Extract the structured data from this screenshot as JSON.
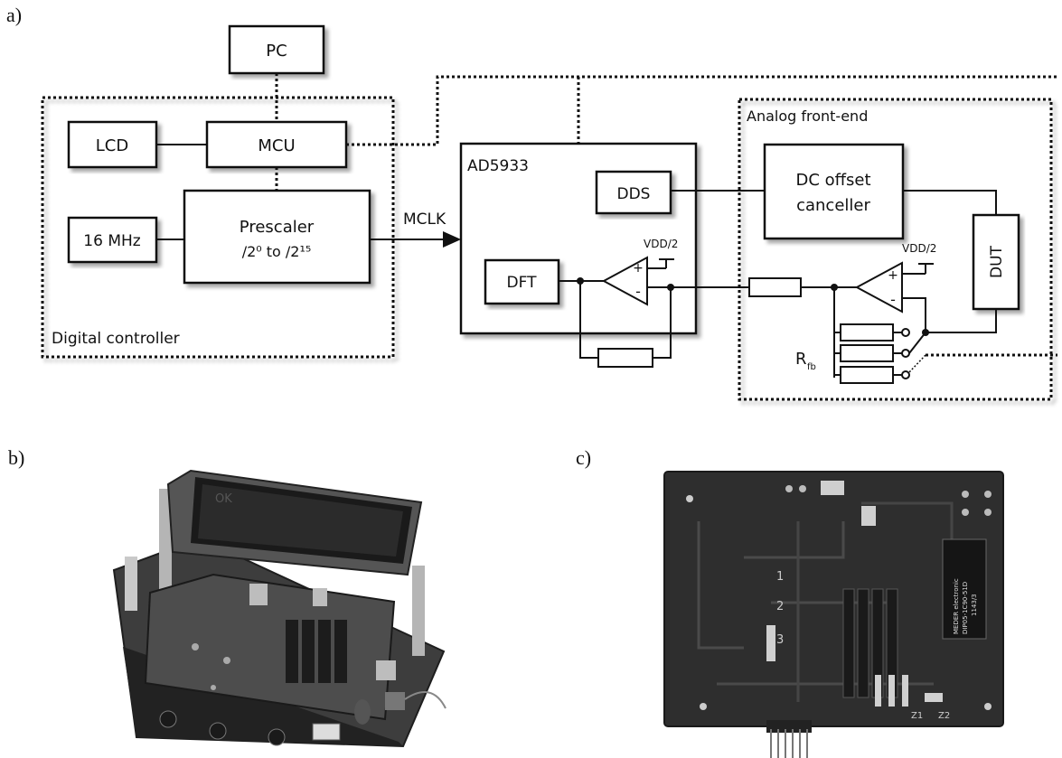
{
  "panels": {
    "a_label": "a)",
    "b_label": "b)",
    "c_label": "c)"
  },
  "diagram": {
    "pc": "PC",
    "lcd": "LCD",
    "mcu": "MCU",
    "osc": "16 MHz",
    "prescaler": "Prescaler",
    "prescaler_range": "/2⁰ to /2¹⁵",
    "digital_controller": "Digital controller",
    "mclk": "MCLK",
    "ad5933": "AD5933",
    "dds": "DDS",
    "dft": "DFT",
    "vdd_half_1": "VDD/2",
    "vdd_half_2": "VDD/2",
    "analog_frontend": "Analog front-end",
    "dc_offset_line1": "DC offset",
    "dc_offset_line2": "canceller",
    "dut": "DUT",
    "rfb": "R",
    "rfb_sub": "fb"
  },
  "photos": {
    "b_lcd_text": "OK",
    "c_relay_text1": "MEDER electronic",
    "c_relay_text2": "DIP05-1C90-51D",
    "c_relay_text3": "1143/3",
    "c_label_1": "1",
    "c_label_2": "2",
    "c_label_3": "3",
    "c_label_z1": "Z1",
    "c_label_z2": "Z2"
  }
}
